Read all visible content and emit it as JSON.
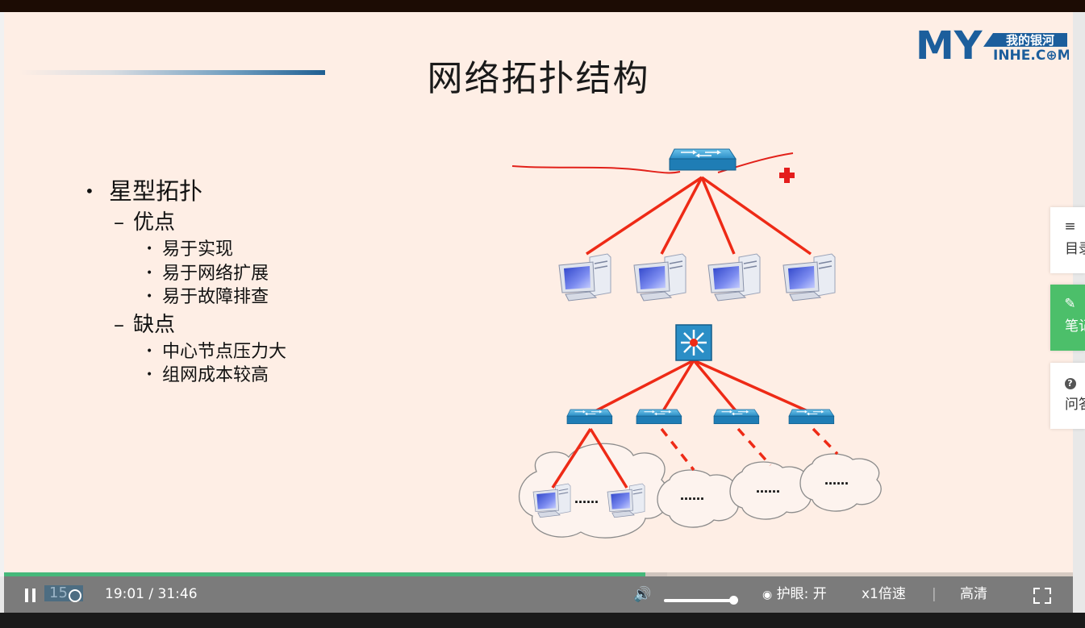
{
  "slide": {
    "title": "网络拓扑结构",
    "logo": {
      "prefix": "MY",
      "cn_text": "我的银河",
      "domain_text": "INHE.C⊕M",
      "colors": {
        "blue": "#1c5e9c",
        "white": "#ffffff"
      }
    },
    "bullets": {
      "l1": "星型拓扑",
      "pros_label": "优点",
      "pros": [
        "易于实现",
        "易于网络扩展",
        "易于故障排查"
      ],
      "cons_label": "缺点",
      "cons": [
        "中心节点压力大",
        "组网成本较高"
      ]
    },
    "diagram": {
      "top_computers": 4,
      "sub_switches": 4,
      "ellipsis": "……",
      "link_color": "#ee2a16",
      "device_color": "#2b8ec6"
    }
  },
  "side_panel": [
    {
      "icon": "menu-icon",
      "label": "目录"
    },
    {
      "icon": "pencil-icon",
      "label": "笔记",
      "active": true
    },
    {
      "icon": "question-icon",
      "label": "问答"
    }
  ],
  "player": {
    "progress": 0.6,
    "buffered": 0.62,
    "seek_back_seconds": "15",
    "time": "19:01 / 31:46",
    "volume": 1.0,
    "eye_care": "护眼: 开",
    "speed": "x1倍速",
    "separator": "|",
    "quality": "高清",
    "colors": {
      "progress": "#45b87a",
      "bar": "#7b7b7b"
    }
  }
}
